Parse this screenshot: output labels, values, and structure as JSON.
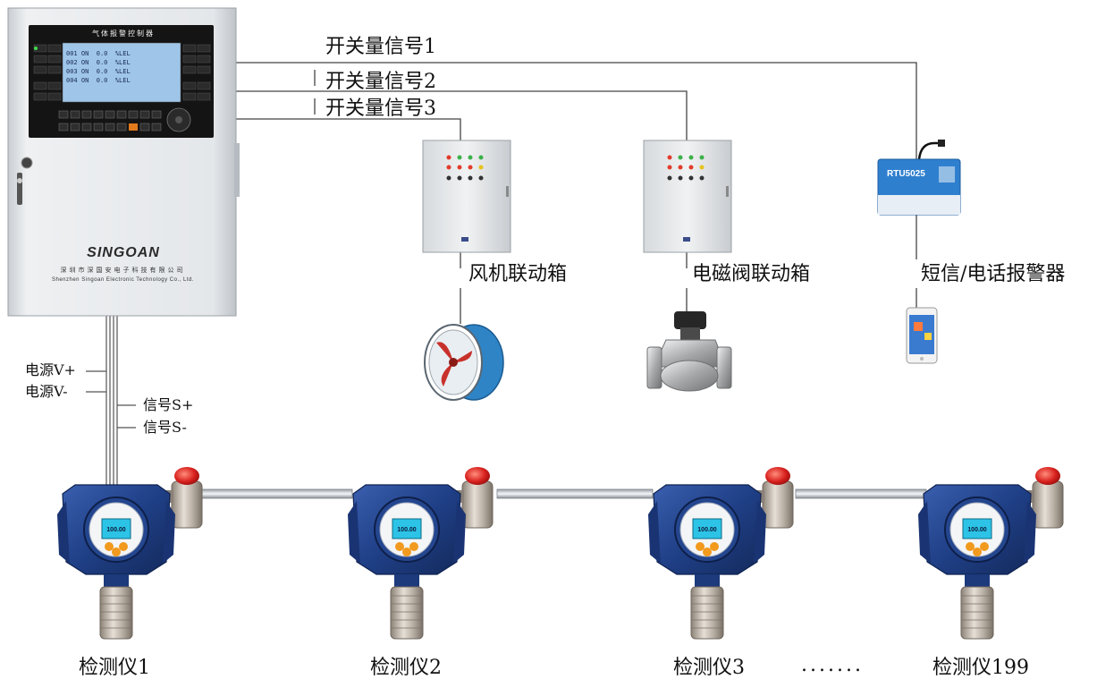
{
  "controller": {
    "panel_title": "气体报警控制器",
    "brand": "SINGOAN",
    "company_cn": "深圳市深国安电子科技有限公司",
    "company_en": "Shenzhen Singoan Electronic Technology Co., Ltd.",
    "lcd_rows": [
      {
        "id": "001",
        "status": "ON",
        "value": "0.0",
        "unit": "%LEL"
      },
      {
        "id": "002",
        "status": "ON",
        "value": "0.0",
        "unit": "%LEL"
      },
      {
        "id": "003",
        "status": "ON",
        "value": "0.0",
        "unit": "%LEL"
      },
      {
        "id": "004",
        "status": "ON",
        "value": "0.0",
        "unit": "%LEL"
      }
    ]
  },
  "signals": {
    "switch1": "开关量信号1",
    "switch2": "开关量信号2",
    "switch3": "开关量信号3"
  },
  "bus_labels": {
    "power_pos": "电源V+",
    "power_neg": "电源V-",
    "signal_pos": "信号S+",
    "signal_neg": "信号S-"
  },
  "devices": {
    "fan_box": "风机联动箱",
    "valve_box": "电磁阀联动箱",
    "sms_alarm": "短信/电话报警器",
    "rtu_model": "RTU5025"
  },
  "detectors": [
    {
      "label": "检测仪1",
      "reading": "100.00"
    },
    {
      "label": "检测仪2",
      "reading": "100.00"
    },
    {
      "label": "检测仪3",
      "reading": "100.00"
    },
    {
      "label": "检测仪199",
      "reading": "100.00"
    }
  ],
  "ellipsis": ".......",
  "colors": {
    "line": "#333333",
    "cabinet": "#dfe3e7",
    "detector_blue": "#1f3f86",
    "beacon_red": "#d8201e",
    "lcd_blue": "#9fc6e8",
    "fan_blue": "#2f84c6"
  }
}
